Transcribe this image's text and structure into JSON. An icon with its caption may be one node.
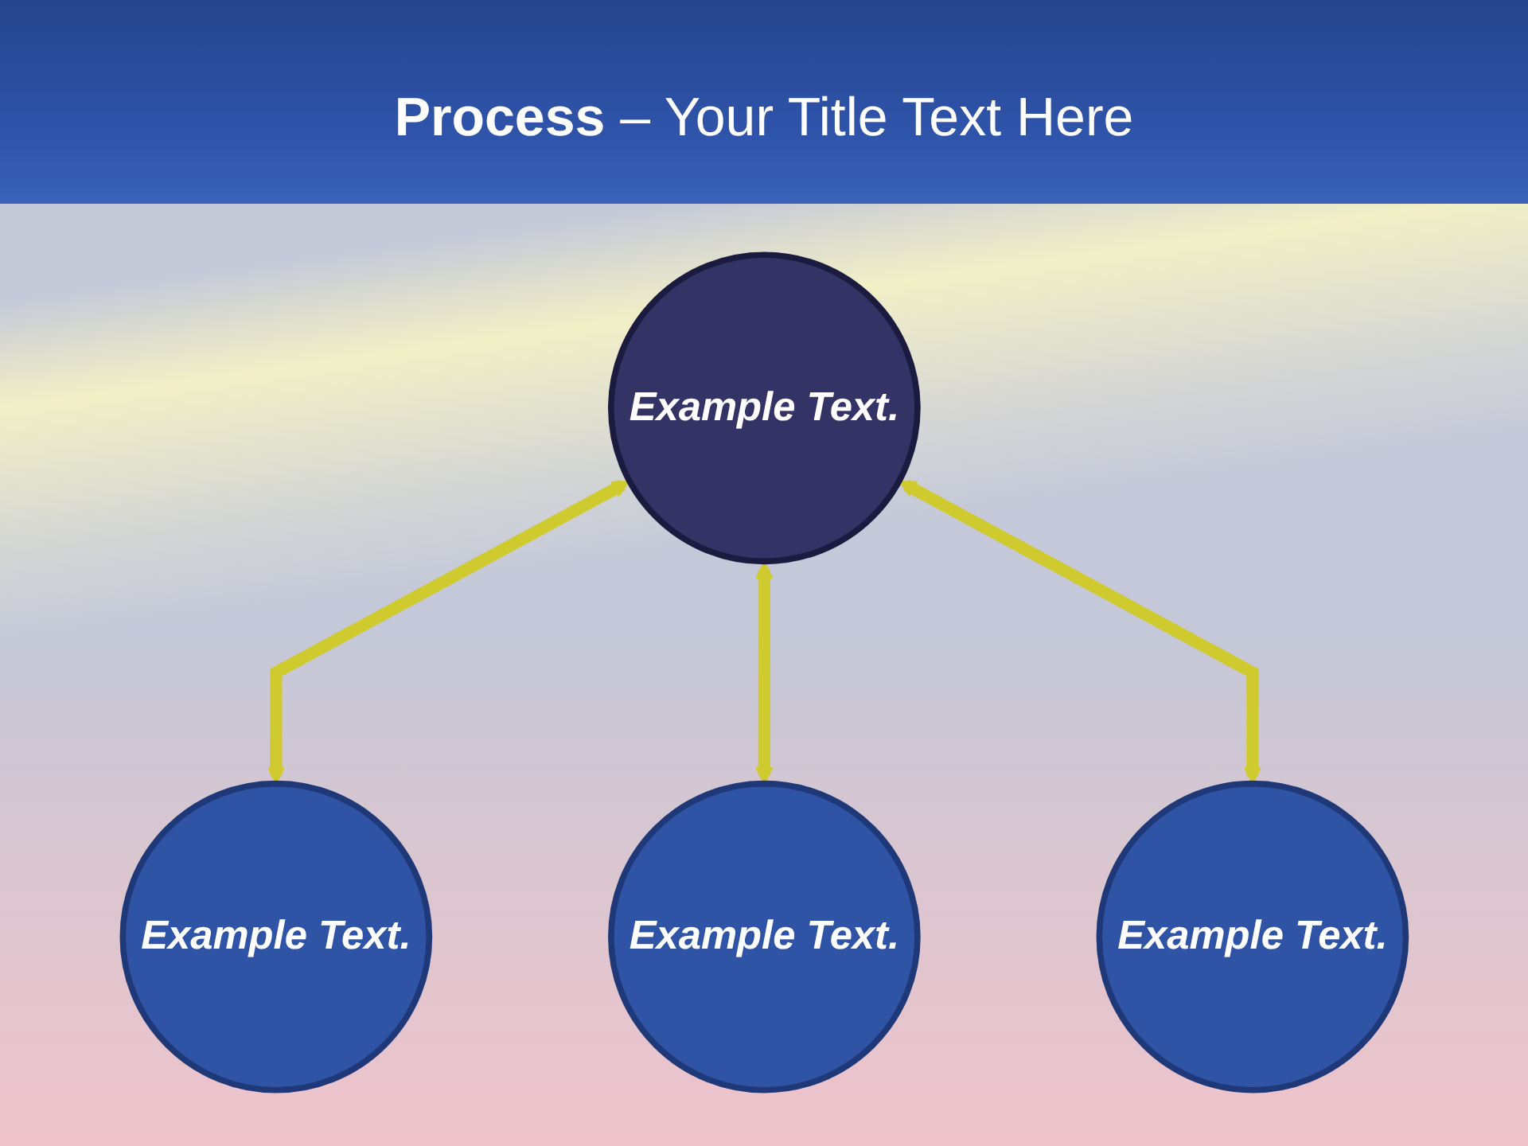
{
  "diagram": {
    "title": "**Process** – Your Title Text Here",
    "nodes": [
      {
        "text": [
          "Example Text."
        ]
      },
      {
        "text": [
          "Example Text."
        ]
      },
      {
        "text": [
          "Example Text."
        ]
      },
      {
        "text": [
          "Example Text."
        ]
      }
    ],
    "edges": [
      {
        "from": 0,
        "to": 1,
        "arrow": "both"
      },
      {
        "from": 0,
        "to": 3,
        "arrow": "both"
      },
      {
        "from": 0,
        "to": 2,
        "arrow": "both"
      }
    ]
  }
}
